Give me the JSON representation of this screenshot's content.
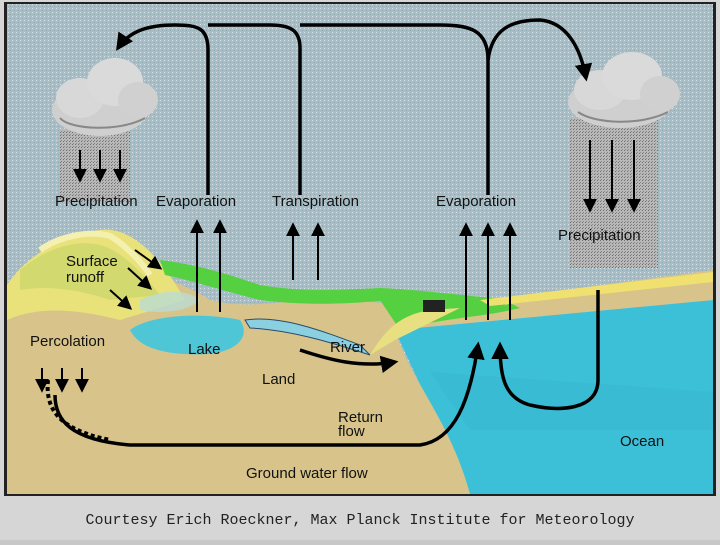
{
  "labels": {
    "precip_left": "Precipitation",
    "evap_left": "Evaporation",
    "transpiration": "Transpiration",
    "evap_right": "Evaporation",
    "precip_right": "Precipitation",
    "surface_runoff_1": "Surface",
    "surface_runoff_2": "runoff",
    "percolation": "Percolation",
    "lake": "Lake",
    "river": "River",
    "land": "Land",
    "return_flow_1": "Return",
    "return_flow_2": "flow",
    "ocean": "Ocean",
    "groundwater": "Ground water flow"
  },
  "caption": "Courtesy Erich Roeckner, Max Planck Institute for Meteorology",
  "colors": {
    "sky": "#a9bfc6",
    "ground": "#d8c48a",
    "ocean": "#3cc0d8",
    "lake": "#4ec6d6",
    "vegetation": "#55d040",
    "hills": "#e8e080",
    "cloud": "#c8c8c8",
    "rain": "#a0a0a0",
    "arrow": "#000000"
  }
}
